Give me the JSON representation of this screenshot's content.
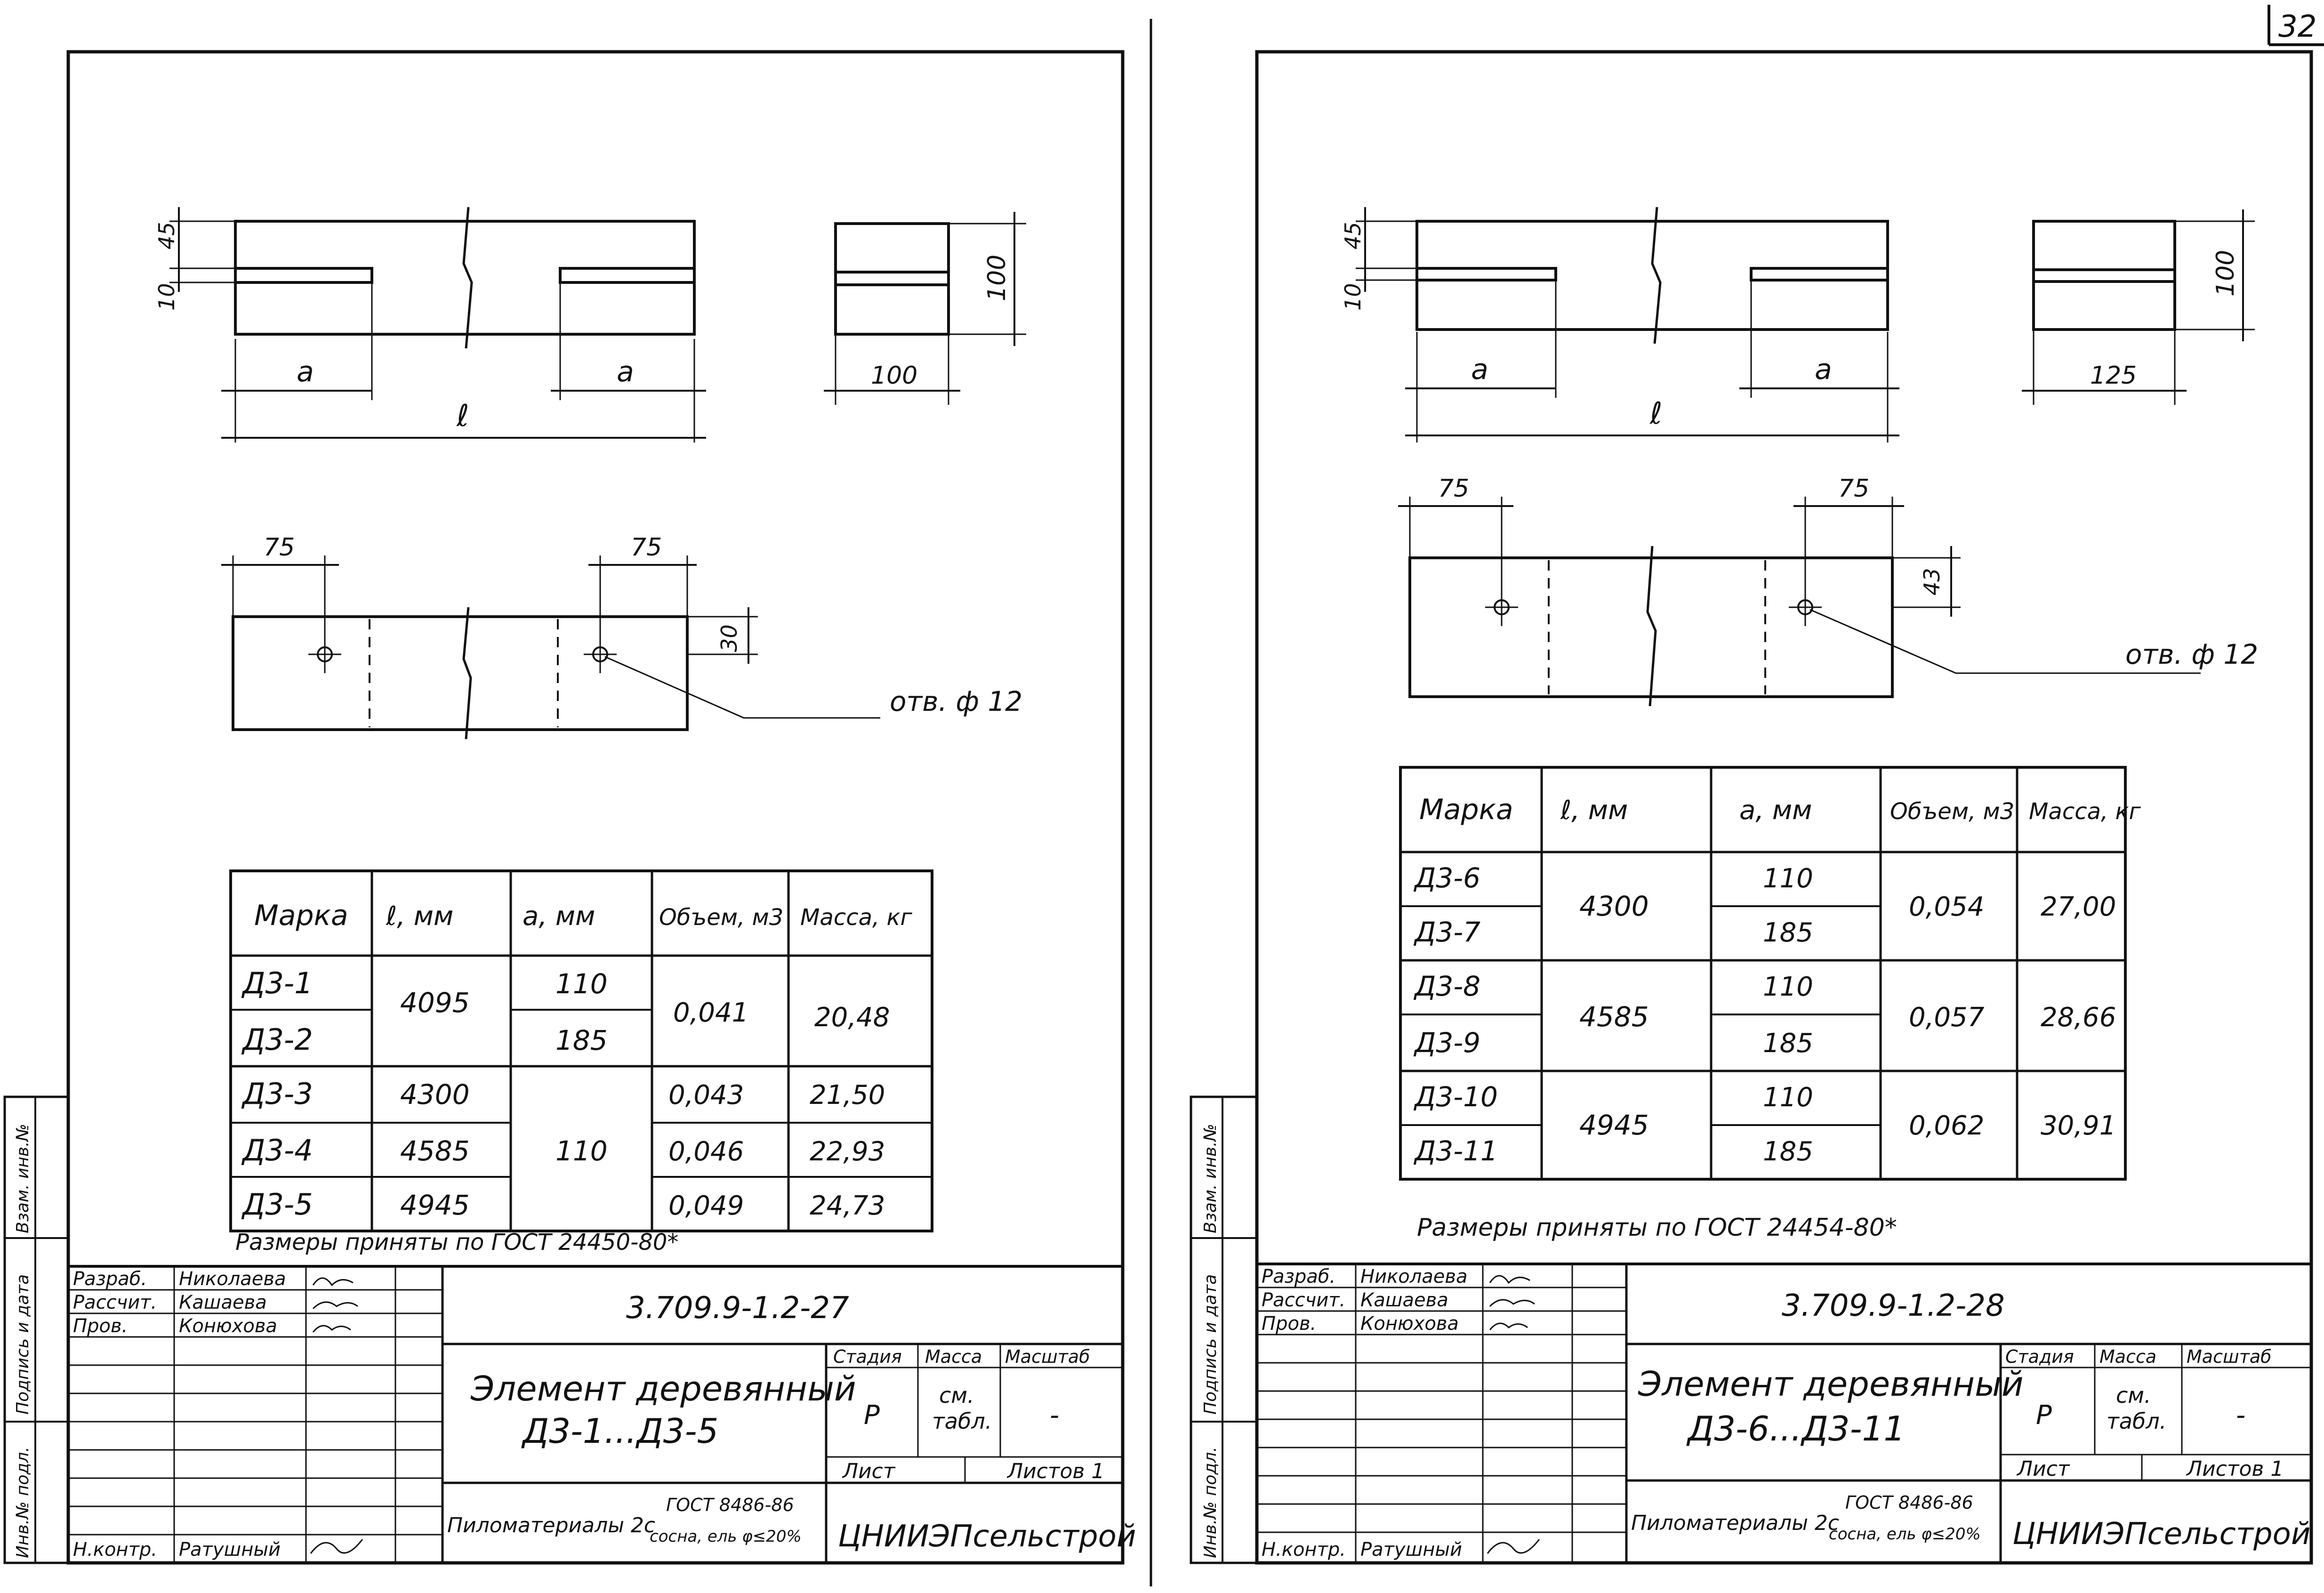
{
  "page_number": "32",
  "sheets": [
    {
      "gost_note": "Размеры приняты по ГОСТ 24450-80*",
      "dims": {
        "a": "a",
        "l": "ℓ",
        "d75": "75",
        "d30": "30",
        "d45": "45",
        "d10": "10",
        "d100h": "100",
        "d100w": "100",
        "hole": "отв. ф 12"
      },
      "table": {
        "headers": [
          "Марка",
          "ℓ, мм",
          "а, мм",
          "Объем, м3",
          "Масса, кг"
        ],
        "rows": [
          {
            "mark": "Д3-1",
            "l": "4095",
            "a": "110",
            "vol": "0,041",
            "mass": "20,48"
          },
          {
            "mark": "Д3-2",
            "l": "",
            "a": "185",
            "vol": "",
            "mass": ""
          },
          {
            "mark": "Д3-3",
            "l": "4300",
            "a": "110",
            "vol": "0,043",
            "mass": "21,50"
          },
          {
            "mark": "Д3-4",
            "l": "4585",
            "a": "",
            "vol": "0,046",
            "mass": "22,93"
          },
          {
            "mark": "Д3-5",
            "l": "4945",
            "a": "",
            "vol": "0,049",
            "mass": "24,73"
          }
        ]
      },
      "stamp": {
        "code": "3.709.9-1.2-27",
        "title1": "Элемент деревянный",
        "title2": "Д3-1...Д3-5",
        "roles": [
          "Разраб.",
          "Рассчит.",
          "Пров.",
          "Н.контр."
        ],
        "names": [
          "Николаева",
          "Кашаева",
          "Конюхова",
          "Ратушный"
        ],
        "h_stage": "Стадия",
        "h_mass": "Масса",
        "h_scale": "Масштаб",
        "stage": "Р",
        "mass1": "см.",
        "mass2": "табл.",
        "scale": "-",
        "sheet": "Лист",
        "sheets": "Листов 1",
        "material1": "Пиломатериалы 2с",
        "material2": "ГОСТ 8486-86",
        "material3": "сосна, ель φ≤20%",
        "org": "ЦНИИЭПсельстрой",
        "side": [
          "Инв.№ подл.",
          "Подпись и дата",
          "Взам. инв.№"
        ]
      }
    },
    {
      "gost_note": "Размеры приняты по ГОСТ 24454-80*",
      "dims": {
        "a": "a",
        "l": "ℓ",
        "d75": "75",
        "d30": "43",
        "d45": "45",
        "d10": "10",
        "d100h": "100",
        "d100w": "125",
        "hole": "отв. ф 12"
      },
      "table": {
        "headers": [
          "Марка",
          "ℓ, мм",
          "а, мм",
          "Объем, м3",
          "Масса, кг"
        ],
        "rows": [
          {
            "mark": "Д3-6",
            "l": "4300",
            "a": "110",
            "vol": "0,054",
            "mass": "27,00"
          },
          {
            "mark": "Д3-7",
            "l": "",
            "a": "185",
            "vol": "",
            "mass": ""
          },
          {
            "mark": "Д3-8",
            "l": "4585",
            "a": "110",
            "vol": "0,057",
            "mass": "28,66"
          },
          {
            "mark": "Д3-9",
            "l": "",
            "a": "185",
            "vol": "",
            "mass": ""
          },
          {
            "mark": "Д3-10",
            "l": "4945",
            "a": "110",
            "vol": "0,062",
            "mass": "30,91"
          },
          {
            "mark": "Д3-11",
            "l": "",
            "a": "185",
            "vol": "",
            "mass": ""
          }
        ]
      },
      "stamp": {
        "code": "3.709.9-1.2-28",
        "title1": "Элемент деревянный",
        "title2": "Д3-6...Д3-11",
        "roles": [
          "Разраб.",
          "Рассчит.",
          "Пров.",
          "Н.контр."
        ],
        "names": [
          "Николаева",
          "Кашаева",
          "Конюхова",
          "Ратушный"
        ],
        "h_stage": "Стадия",
        "h_mass": "Масса",
        "h_scale": "Масштаб",
        "stage": "Р",
        "mass1": "см.",
        "mass2": "табл.",
        "scale": "-",
        "sheet": "Лист",
        "sheets": "Листов 1",
        "material1": "Пиломатериалы 2с",
        "material2": "ГОСТ 8486-86",
        "material3": "сосна, ель φ≤20%",
        "org": "ЦНИИЭПсельстрой",
        "side": [
          "Инв.№ подл.",
          "Подпись и дата",
          "Взам. инв.№"
        ]
      }
    }
  ]
}
